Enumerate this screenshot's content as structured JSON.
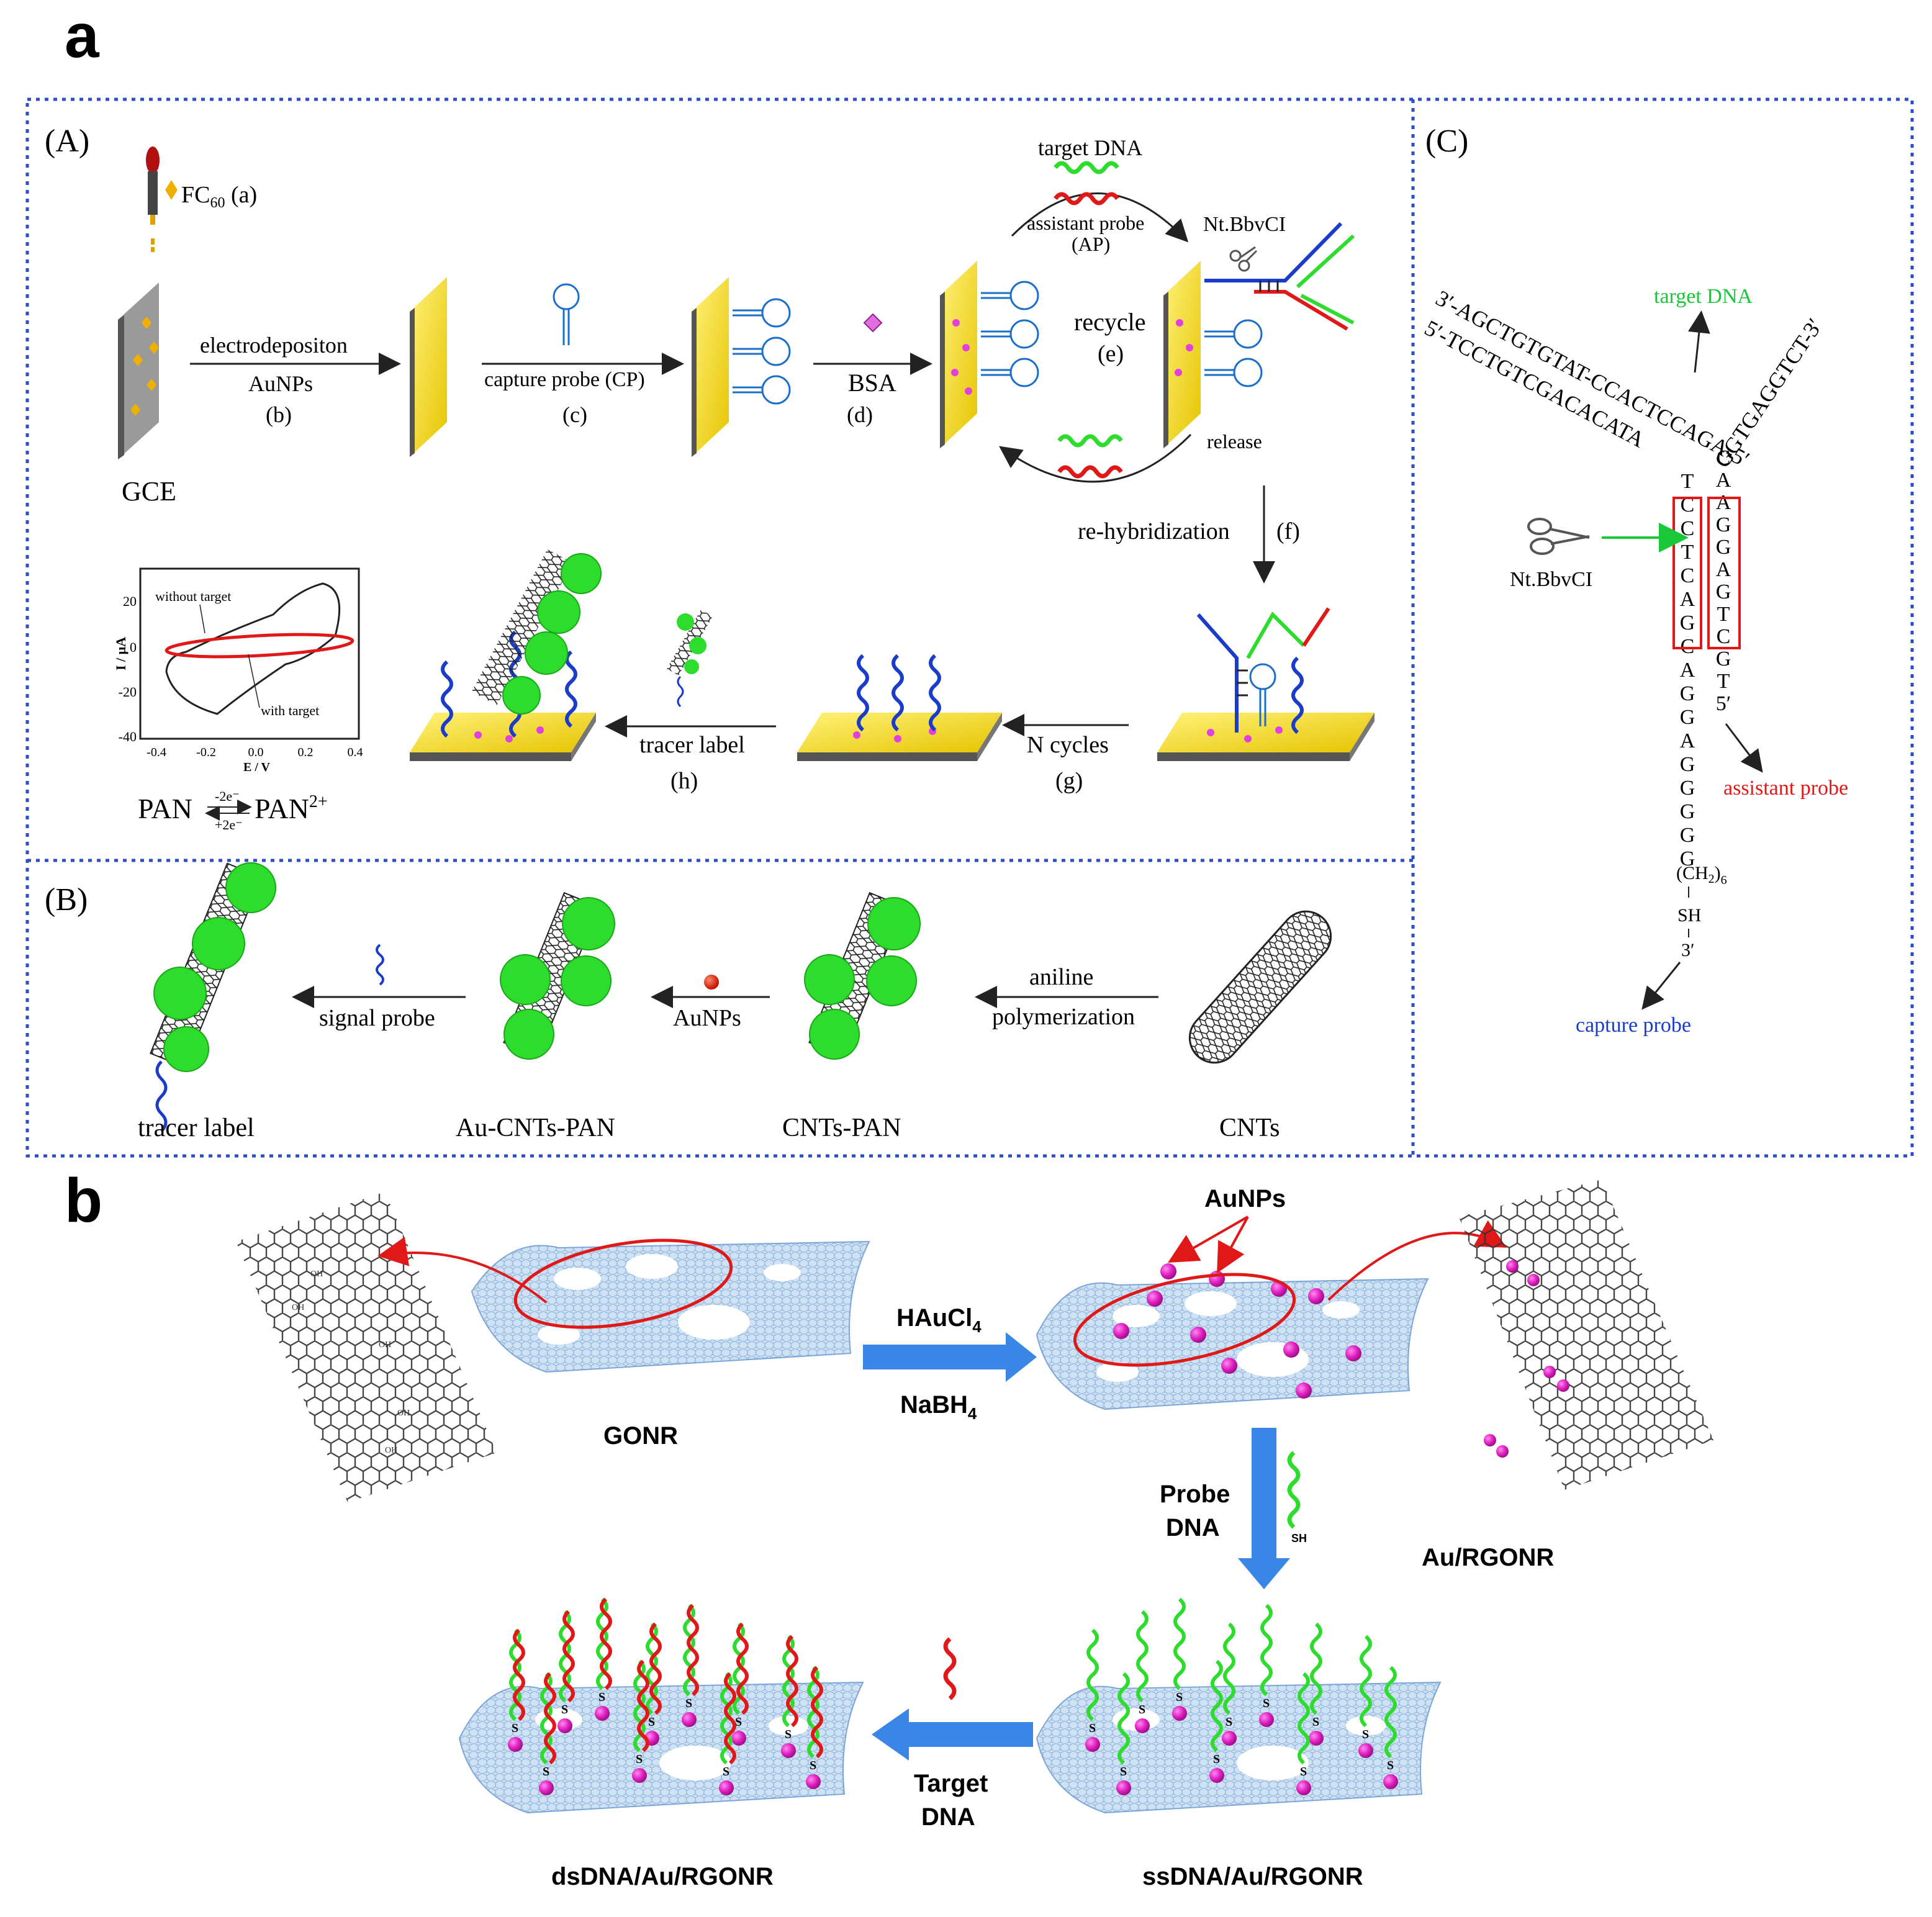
{
  "panel_a": {
    "letter": "a",
    "A": {
      "label": "(A)",
      "fc60": "FC",
      "fc60_sub": "60",
      "fc60_suffix": " (a)",
      "gce": "GCE",
      "step_b_top": "electrodepositon",
      "step_b_mid": "AuNPs",
      "step_b_bot": "(b)",
      "step_c_top": "capture probe (CP)",
      "step_c_bot": "(c)",
      "step_d_top": "BSA",
      "step_d_bot": "(d)",
      "target_dna": "target DNA",
      "assistant_probe": "assistant probe",
      "ap": "(AP)",
      "nt_bbvci": "Nt.BbvCI",
      "recycle": "recycle",
      "recycle_e": "(e)",
      "release": "release",
      "rehyb": "re-hybridization",
      "rehyb_f": "(f)",
      "n_cycles": "N cycles",
      "n_cycles_g": "(g)",
      "tracer": "tracer label",
      "tracer_h": "(h)",
      "cv": {
        "without": "without target",
        "with": "with target",
        "ylabel": "I / μA",
        "xlabel": "E / V",
        "yticks": [
          "20",
          "0",
          "-20",
          "-40"
        ],
        "xticks": [
          "-0.4",
          "-0.2",
          "0.0",
          "0.2",
          "0.4"
        ]
      },
      "pan_left": "PAN",
      "pan_top": "-2e⁻",
      "pan_bot": "+2e⁻",
      "pan_right": "PAN",
      "pan_sup": "2+"
    },
    "B": {
      "label": "(B)",
      "signal_probe": "signal probe",
      "aunps": "AuNPs",
      "aniline": "aniline",
      "polymerization": "polymerization",
      "tracer_label": "tracer label",
      "au_cnts_pan": "Au-CNTs-PAN",
      "cnts_pan": "CNTs-PAN",
      "cnts": "CNTs"
    },
    "C": {
      "label": "(C)",
      "target_dna": "target DNA",
      "strand_top_left": "3′-AGCTGTGTAT-CCACTCCAGA-5′",
      "strand_bot_left": "5′-TCCTGTCGACACATA",
      "strand_right": "GGTGAGGTCT-3′",
      "right_col": [
        "C",
        "A",
        "A",
        "G",
        "G",
        "A",
        "G",
        "T",
        "C",
        "G",
        "T",
        "5′"
      ],
      "left_col": [
        "T",
        "C",
        "C",
        "T",
        "C",
        "A",
        "G",
        "C",
        "A",
        "G",
        "G",
        "A",
        "G",
        "G",
        "G",
        "G",
        "G"
      ],
      "ch2": "(CH",
      "ch2_sub": "2",
      "ch2_close": ")",
      "ch2_n": "6",
      "sh": "SH",
      "three_prime": "3′",
      "nt_bbvci": "Nt.BbvCI",
      "assistant_probe": "assistant probe",
      "capture_probe": "capture probe"
    }
  },
  "panel_b": {
    "letter": "b",
    "gonr": "GONR",
    "haucl": "HAuCl",
    "haucl_sub": "4",
    "nabh": "NaBH",
    "nabh_sub": "4",
    "aunps": "AuNPs",
    "au_rgonr": "Au/RGONR",
    "probe": "Probe",
    "probe_dna": "DNA",
    "sh": "SH",
    "target": "Target",
    "target_dna": "DNA",
    "ds": "dsDNA/Au/RGONR",
    "ss": "ssDNA/Au/RGONR"
  },
  "colors": {
    "border_blue": "#2a4fc8",
    "gold": "#f2d21a",
    "green": "#2ddc2d",
    "red": "#e01818",
    "blue_dna": "#1b3cc8",
    "magenta": "#e020c0",
    "arrow_blue": "#3a86e6",
    "sheet_blue": "#a9c9ea"
  }
}
